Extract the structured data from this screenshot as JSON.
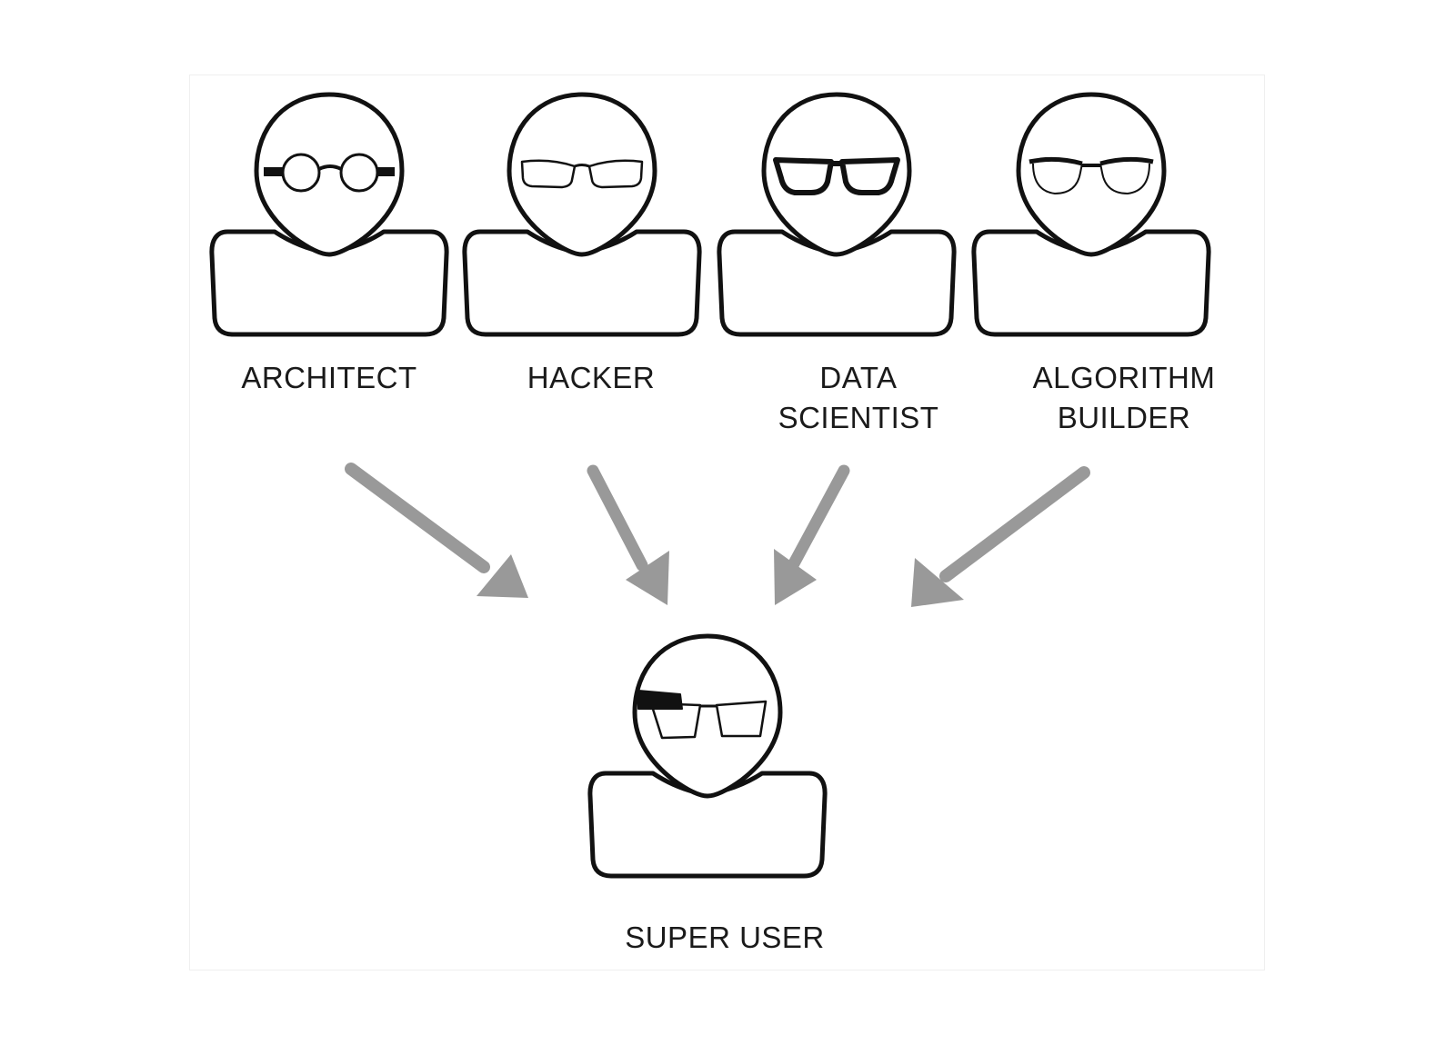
{
  "diagram": {
    "title": "",
    "colors": {
      "outline": "#111111",
      "arrow": "#999999",
      "background": "#ffffff",
      "frame": "#efefef"
    },
    "roles": [
      {
        "id": "architect",
        "lines": [
          "ARCHITECT"
        ],
        "glasses": "round-glasses-icon"
      },
      {
        "id": "hacker",
        "lines": [
          "HACKER"
        ],
        "glasses": "rectangular-thin-glasses-icon"
      },
      {
        "id": "data-scientist",
        "lines": [
          "DATA",
          "SCIENTIST"
        ],
        "glasses": "thick-wayfarer-glasses-icon"
      },
      {
        "id": "algorithm-builder",
        "lines": [
          "ALGORITHM",
          "BUILDER"
        ],
        "glasses": "browline-glasses-icon"
      }
    ],
    "target": {
      "id": "super-user",
      "lines": [
        "SUPER USER"
      ],
      "glasses": "smart-glasses-icon"
    },
    "edges": [
      {
        "from": "architect",
        "to": "super-user"
      },
      {
        "from": "hacker",
        "to": "super-user"
      },
      {
        "from": "data-scientist",
        "to": "super-user"
      },
      {
        "from": "algorithm-builder",
        "to": "super-user"
      }
    ]
  }
}
